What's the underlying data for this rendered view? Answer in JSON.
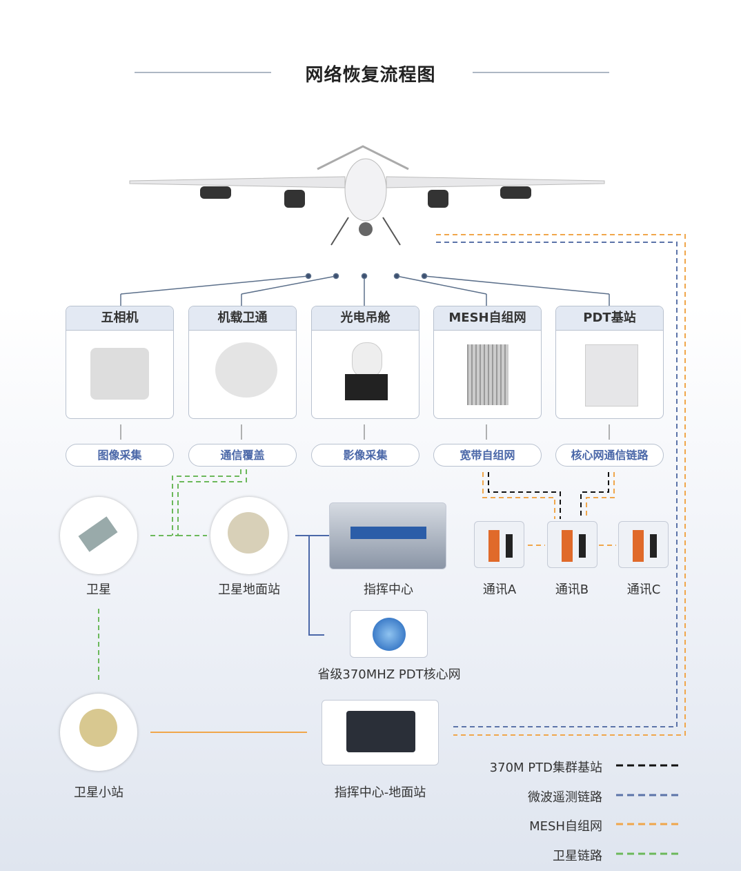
{
  "title": "网络恢复流程图",
  "devices": [
    {
      "name": "五相机",
      "function": "图像采集"
    },
    {
      "name": "机载卫通",
      "function": "通信覆盖"
    },
    {
      "name": "光电吊舱",
      "function": "影像采集"
    },
    {
      "name": "MESH自组网",
      "function": "宽带自组网"
    },
    {
      "name": "PDT基站",
      "function": "核心网通信链路"
    }
  ],
  "nodes": {
    "satellite": "卫星",
    "ground_station": "卫星地面站",
    "command_center": "指挥中心",
    "pdt_core": "省级370MHZ  PDT核心网",
    "small_station": "卫星小站",
    "command_ground": "指挥中心-地面站",
    "comm_a": "通讯A",
    "comm_b": "通讯B",
    "comm_c": "通讯C"
  },
  "legend": [
    {
      "label": "370M PTD集群基站",
      "color": "#111111"
    },
    {
      "label": "微波遥测链路",
      "color": "#5b73a8"
    },
    {
      "label": "MESH自组网",
      "color": "#f0a64a"
    },
    {
      "label": "卫星链路",
      "color": "#6bb85a"
    }
  ]
}
